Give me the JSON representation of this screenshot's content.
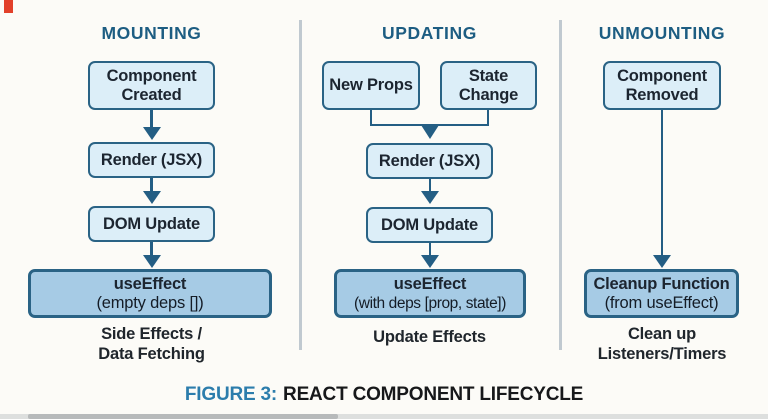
{
  "columns": [
    {
      "title": "MOUNTING",
      "box1": [
        "Component",
        "Created"
      ],
      "box2": "Render (JSX)",
      "box3": "DOM Update",
      "highlight": [
        "useEffect",
        "(empty deps [])"
      ],
      "caption": [
        "Side Effects /",
        "Data Fetching"
      ]
    },
    {
      "title": "UPDATING",
      "box_new_props": "New Props",
      "box_state_change": [
        "State",
        "Change"
      ],
      "box_render": "Render (JSX)",
      "box_dom": "DOM Update",
      "highlight": [
        "useEffect",
        "(with deps [prop, state])"
      ],
      "caption": "Update Effects"
    },
    {
      "title": "UNMOUNTING",
      "box": [
        "Component",
        "Removed"
      ],
      "highlight": [
        "Cleanup Function",
        "(from useEffect)"
      ],
      "caption": [
        "Clean up",
        "Listeners/Timers"
      ]
    }
  ],
  "figure": {
    "label": "FIGURE 3:",
    "title": "REACT COMPONENT LIFECYCLE"
  },
  "colors": {
    "background": "#fcfbf7",
    "box_fill": "#dceef8",
    "highlight_fill": "#a6cbe5",
    "box_border": "#2a6385",
    "arrow": "#245e84",
    "header_text": "#1d5d82",
    "body_text": "#1c2530",
    "figure_label_blue": "#2c7dac",
    "figure_title_dark": "#17181a",
    "divider": "#c0c9d0",
    "corner_mark_red": "#e2402a"
  }
}
